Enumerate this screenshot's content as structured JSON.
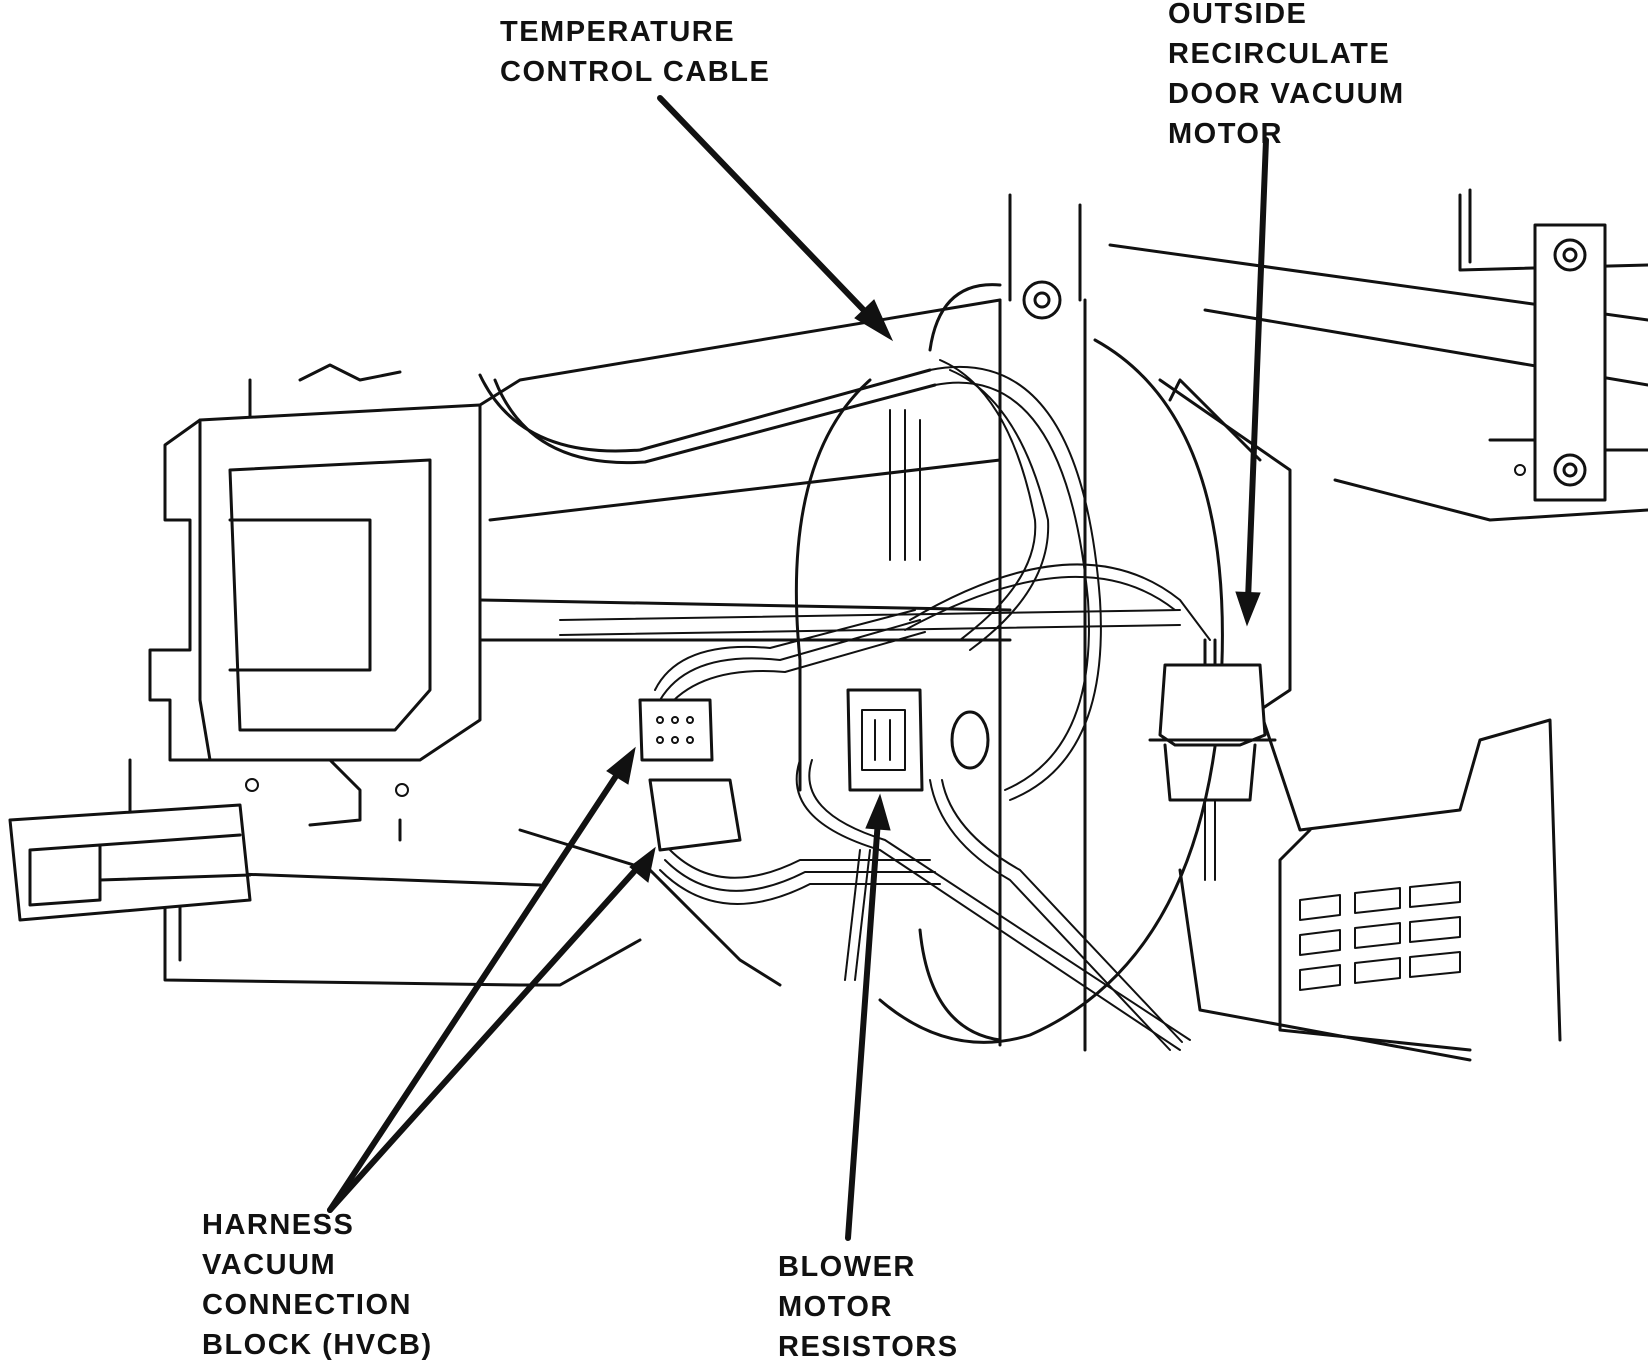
{
  "labels": {
    "temperature_control_cable": [
      "TEMPERATURE",
      "CONTROL CABLE"
    ],
    "outside_recirculate_door_vacuum_motor": [
      "OUTSIDE",
      "RECIRCULATE",
      "DOOR VACUUM",
      "MOTOR"
    ],
    "harness_vacuum_connection_block": [
      "HARNESS",
      "VACUUM",
      "CONNECTION",
      "BLOCK (HVCB)"
    ],
    "blower_motor_resistors": [
      "BLOWER",
      "MOTOR",
      "RESISTORS"
    ]
  }
}
